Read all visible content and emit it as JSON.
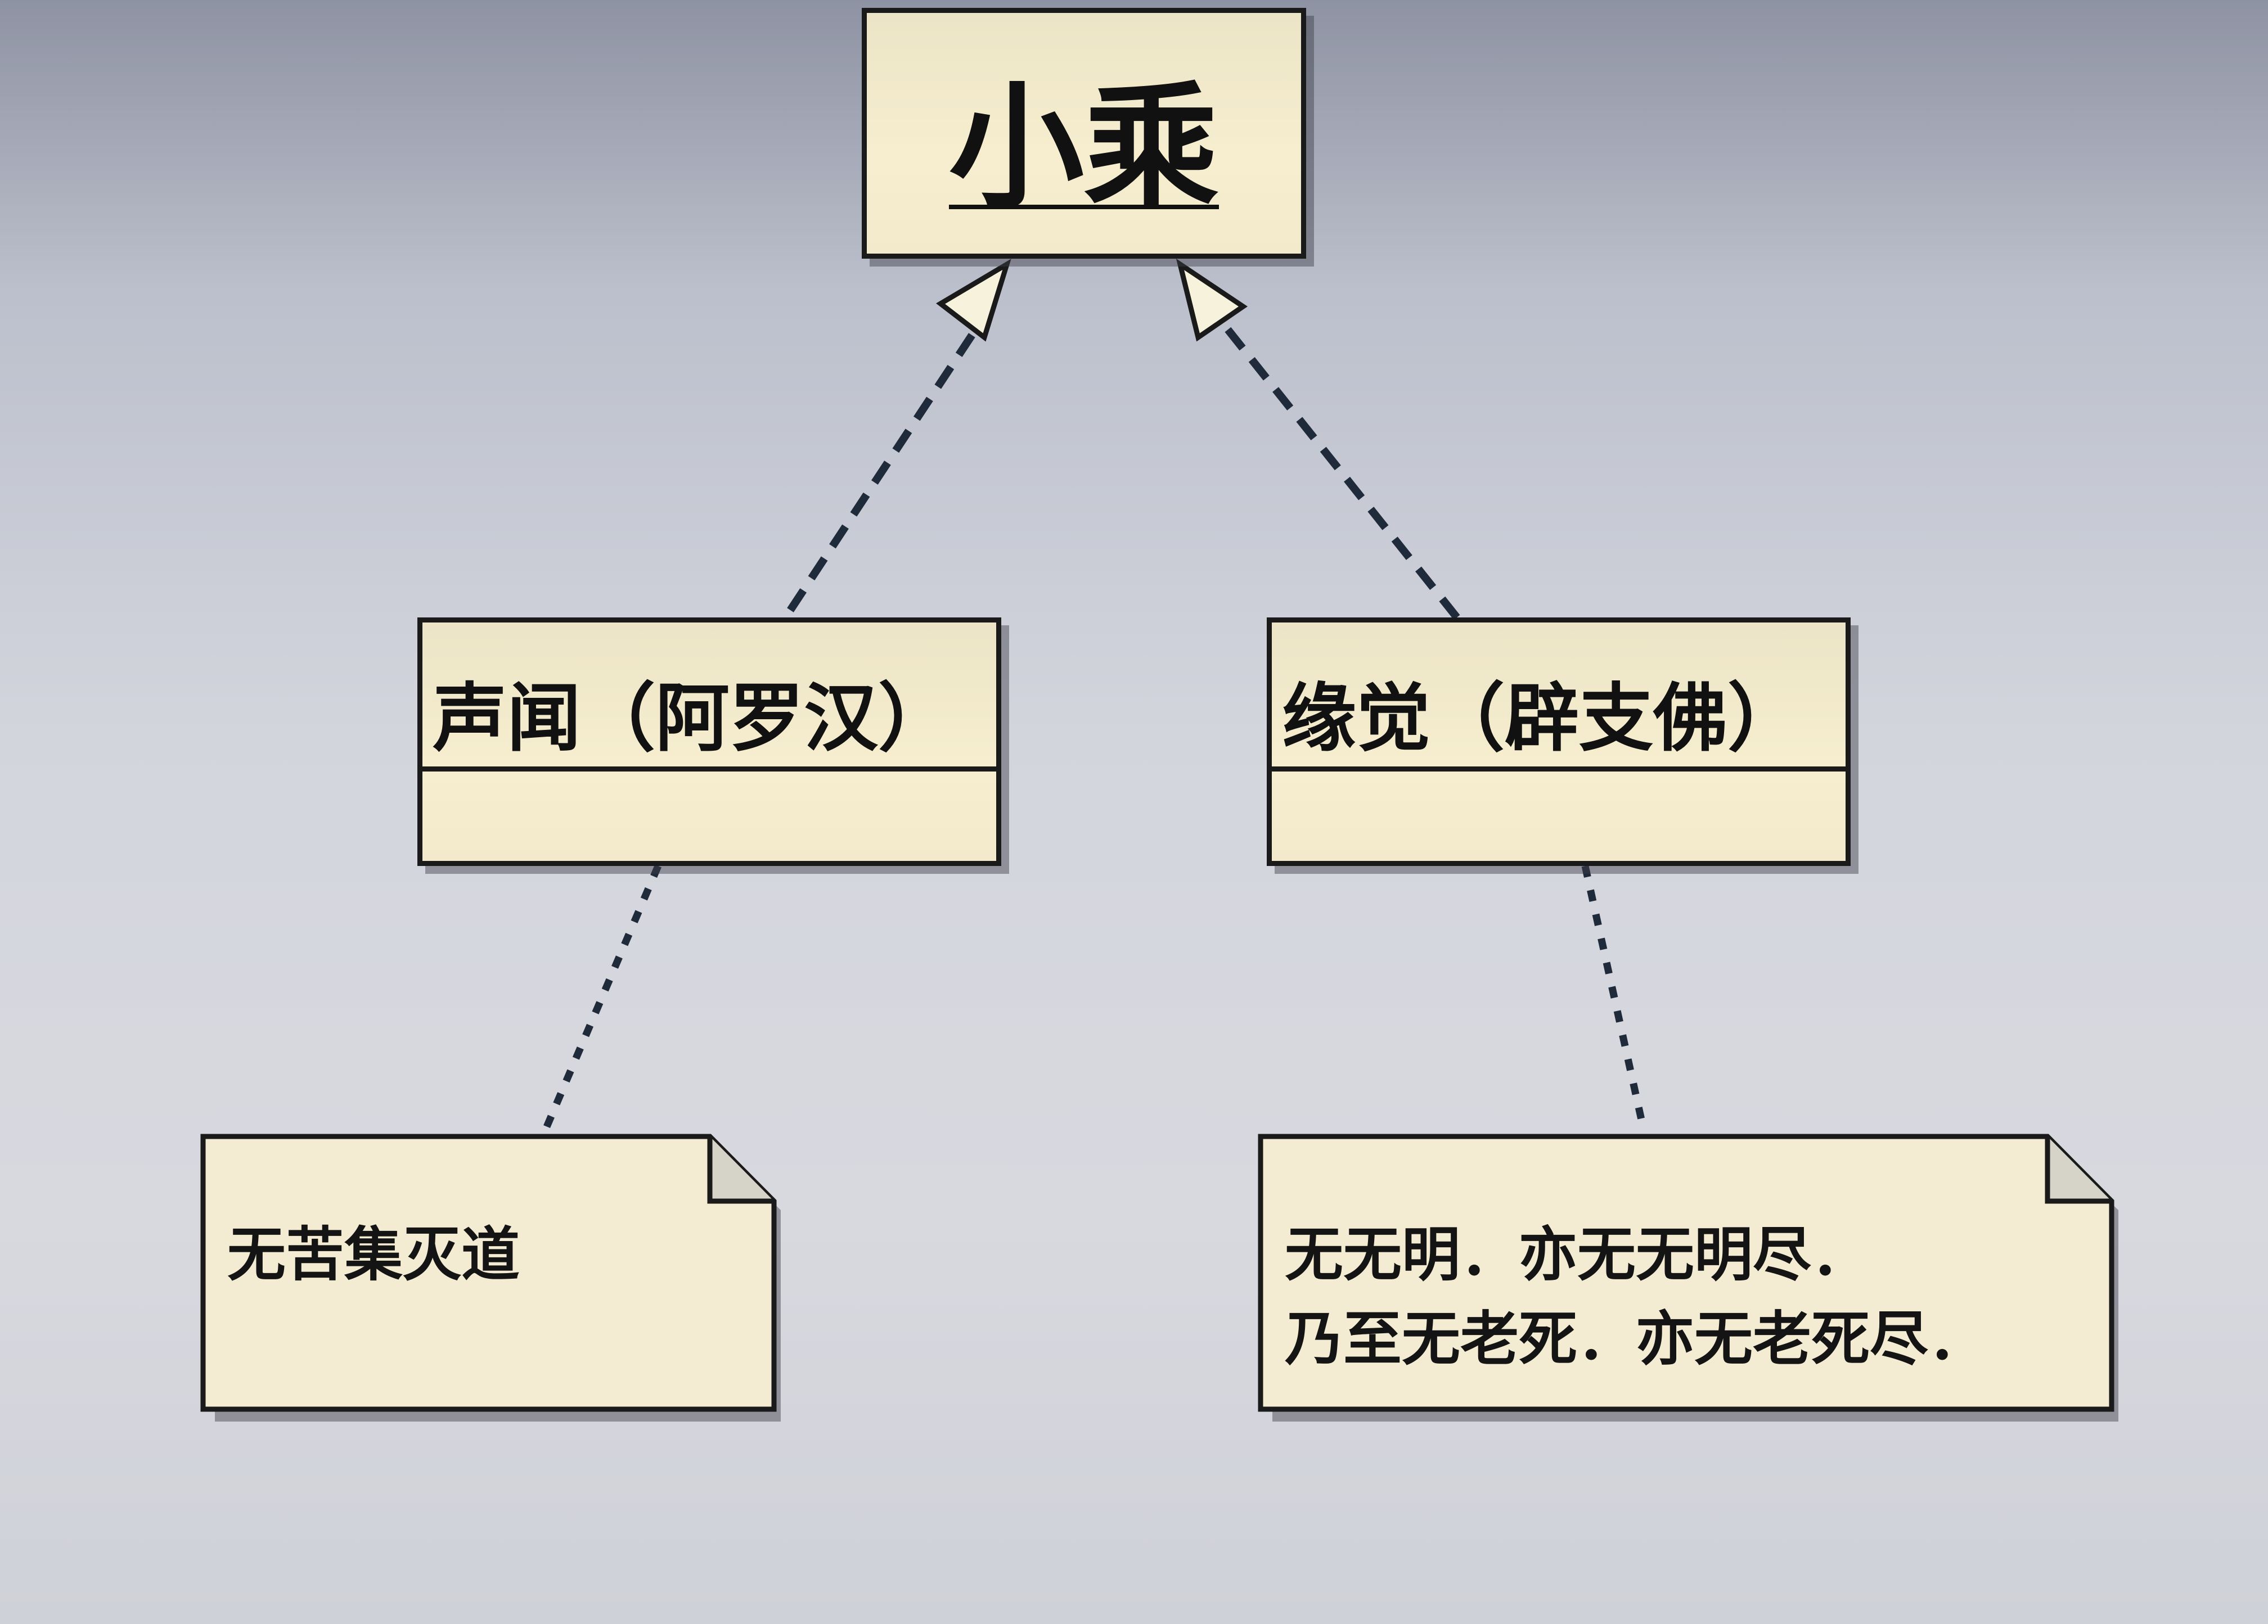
{
  "diagram": {
    "parent": {
      "name": "小乘"
    },
    "children": [
      {
        "name": "声闻（阿罗汉）",
        "note": [
          "无苦集灭道"
        ]
      },
      {
        "name": "缘觉（辟支佛）",
        "note": [
          "无无明．亦无无明尽．",
          "乃至无老死．亦无老死尽．"
        ]
      }
    ]
  }
}
